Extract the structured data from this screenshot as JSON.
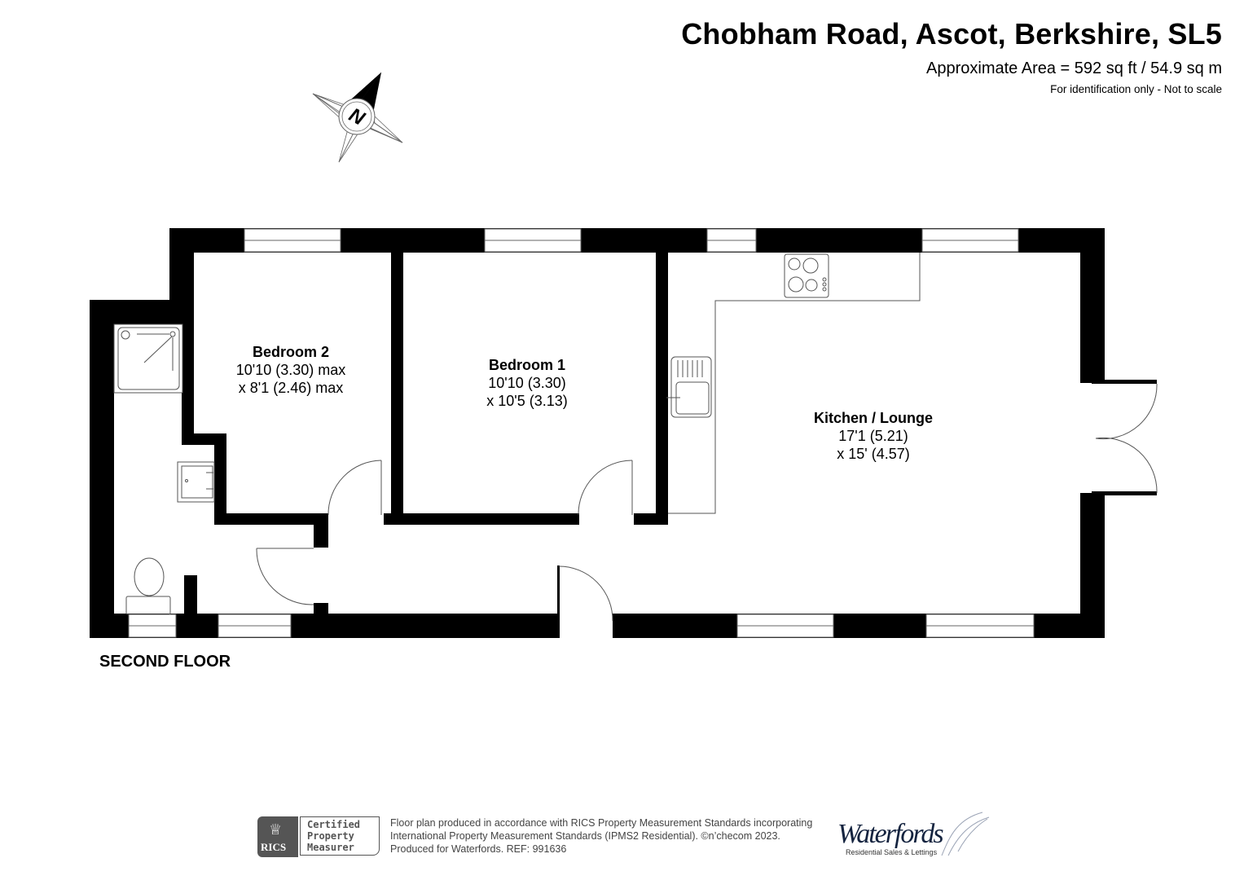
{
  "header": {
    "title": "Chobham Road, Ascot, Berkshire, SL5",
    "area": "Approximate Area = 592 sq ft / 54.9 sq m",
    "disclaimer": "For identification only - Not to scale"
  },
  "compass": {
    "icon": "north-arrow-icon",
    "label": "N"
  },
  "floor": {
    "label": "SECOND FLOOR"
  },
  "rooms": [
    {
      "name": "Bedroom 2",
      "dim1": "10'10 (3.30) max",
      "dim2": "x 8'1 (2.46) max"
    },
    {
      "name": "Bedroom 1",
      "dim1": "10'10 (3.30)",
      "dim2": "x 10'5 (3.13)"
    },
    {
      "name": "Kitchen / Lounge",
      "dim1": "17'1 (5.21)",
      "dim2": "x 15' (4.57)"
    }
  ],
  "fixtures": [
    "shower-tray",
    "wash-basin",
    "toilet",
    "hob",
    "kitchen-sink"
  ],
  "footer": {
    "rics_label": "RICS",
    "certified_line1": "Certified",
    "certified_line2": "Property",
    "certified_line3": "Measurer",
    "text_line1": "Floor plan produced in accordance with RICS Property Measurement Standards incorporating",
    "text_line2": "International Property Measurement Standards (IPMS2 Residential).   ©n’checom 2023.",
    "text_line3": "Produced for Waterfords.   REF: 991636",
    "brand_name": "Waterfords",
    "brand_tagline": "Residential Sales & Lettings"
  },
  "colors": {
    "wall": "#000000",
    "background": "#ffffff",
    "brand_navy": "#14233f",
    "rics_grey": "#555555"
  }
}
